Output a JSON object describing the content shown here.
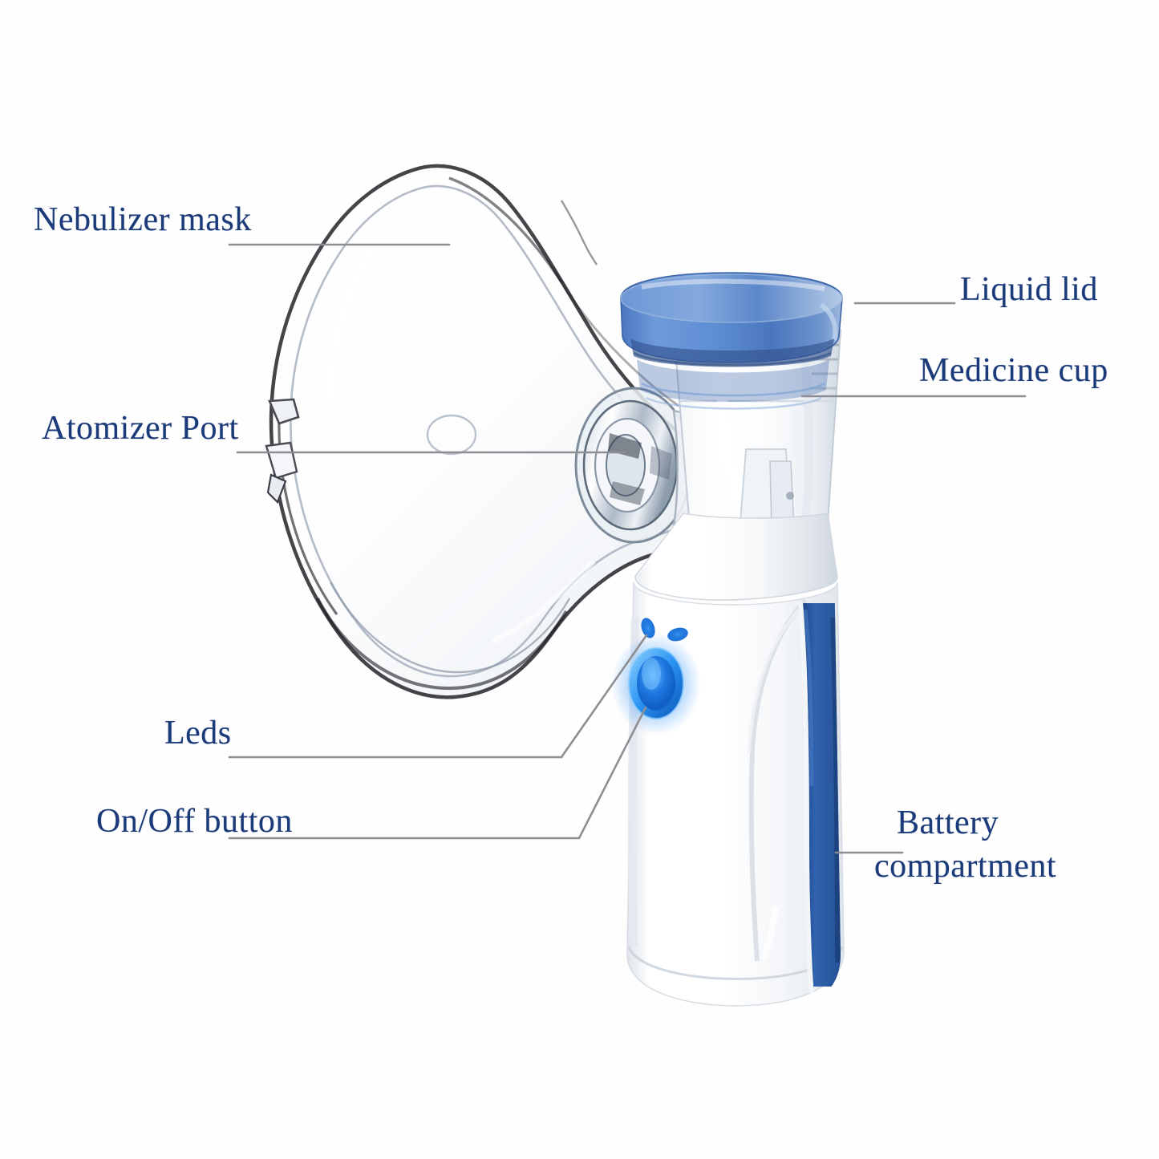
{
  "diagram": {
    "subject": "portable handheld mesh nebulizer with mask",
    "background_color": "#fefefe",
    "label_color": "#1b3a79",
    "leader_line_color": "#8d8d93",
    "labels": [
      {
        "id": "nebulizer-mask",
        "text": "Nebulizer mask",
        "side": "left"
      },
      {
        "id": "atomizer-port",
        "text": "Atomizer Port",
        "side": "left"
      },
      {
        "id": "leds",
        "text": "Leds",
        "side": "left"
      },
      {
        "id": "on-off-button",
        "text": "On/Off button",
        "side": "left"
      },
      {
        "id": "liquid-lid",
        "text": "Liquid lid",
        "side": "right"
      },
      {
        "id": "medicine-cup",
        "text": "Medicine cup",
        "side": "right"
      },
      {
        "id": "battery-compartment",
        "text_line1": "Battery",
        "text_line2": "compartment",
        "side": "right"
      }
    ],
    "device_colors": {
      "lid_blue": "#5a87cf",
      "lid_blue_dark": "#3f6bb5",
      "battery_blue": "#2b5aa8",
      "battery_blue_dark": "#1f4485",
      "body_white": "#ffffff",
      "body_shadow": "#dfe3e8",
      "led_glow": "#1e90ff",
      "button_blue": "#1769d6",
      "mask_clear": "#f2f5f8",
      "mask_outline": "#1b1b1f"
    }
  }
}
